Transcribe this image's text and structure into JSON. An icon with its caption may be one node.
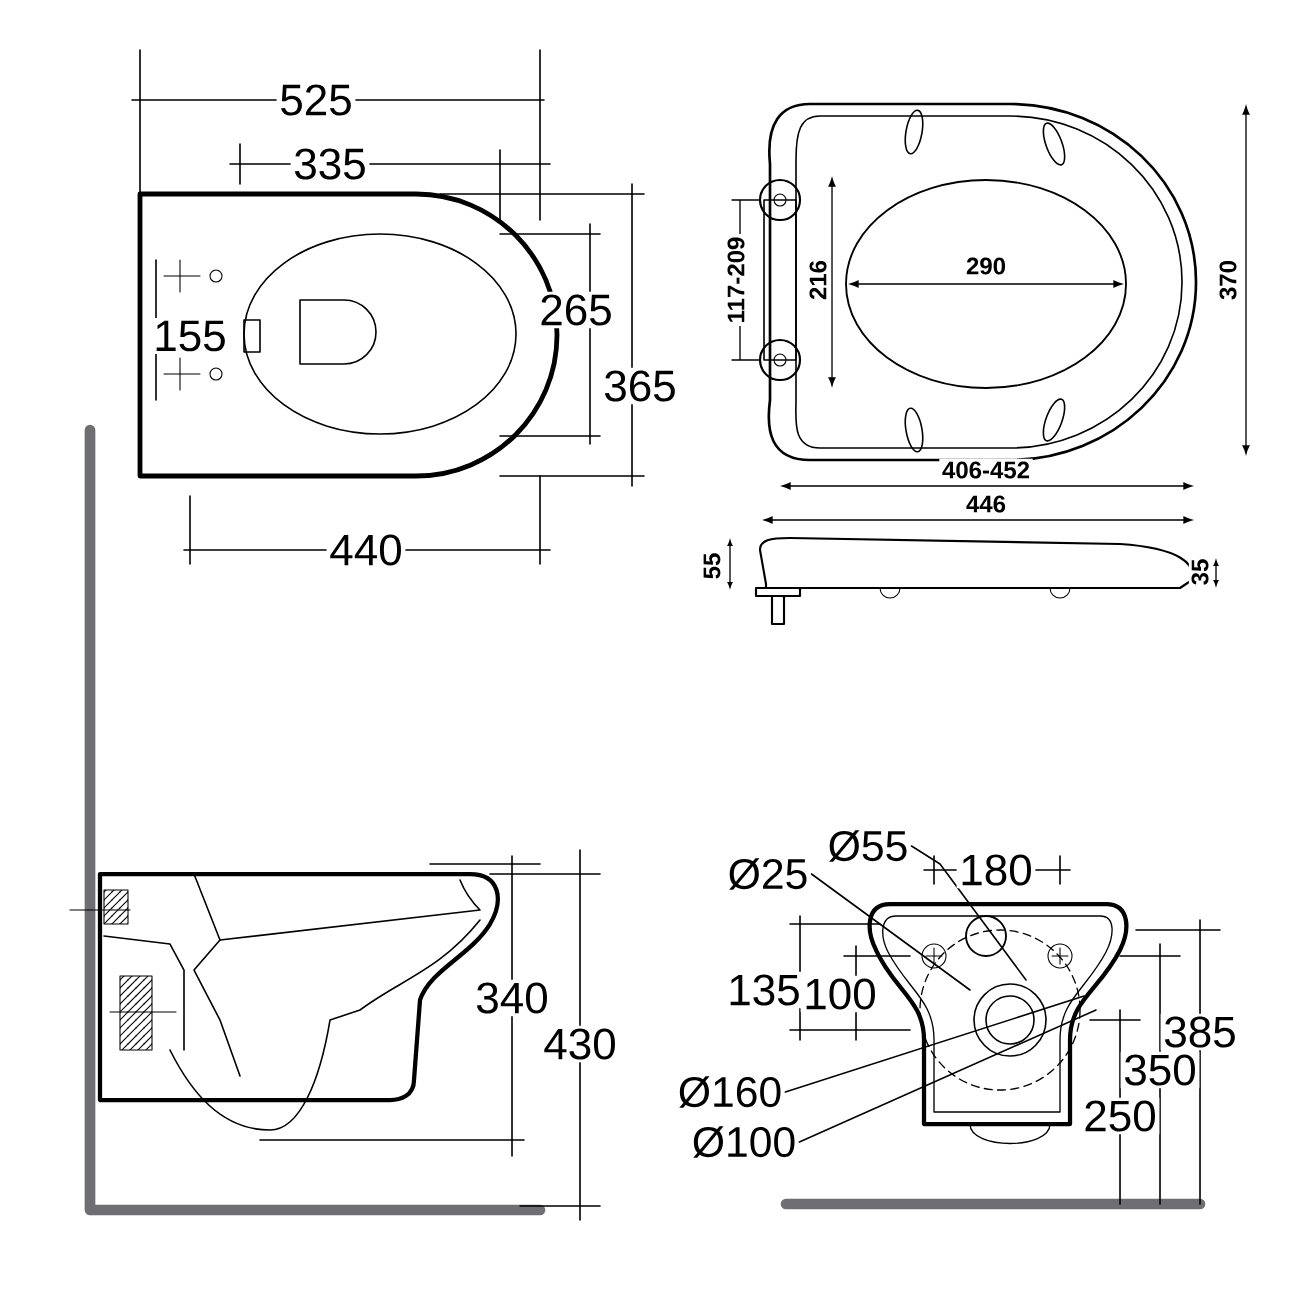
{
  "diagram": {
    "nodes": [
      {
        "text": [
          "Ø25"
        ]
      },
      {
        "text": [
          "Ø55"
        ]
      },
      {
        "text": [
          "Ø160"
        ]
      },
      {
        "text": [
          "Ø100"
        ]
      }
    ],
    "edges": [
      {
        "from": 0,
        "to": null,
        "arrow": "none"
      },
      {
        "from": 1,
        "to": null,
        "arrow": "none"
      },
      {
        "from": 2,
        "to": null,
        "arrow": "none"
      },
      {
        "from": 3,
        "to": null,
        "arrow": "none"
      }
    ],
    "labels": [
      "525",
      "335",
      "155",
      "265",
      "365",
      "440",
      "117-209",
      "216",
      "290",
      "370",
      "406-452",
      "446",
      "55",
      "35",
      "180",
      "340",
      "430",
      "135",
      "100",
      "385",
      "350",
      "250"
    ]
  }
}
